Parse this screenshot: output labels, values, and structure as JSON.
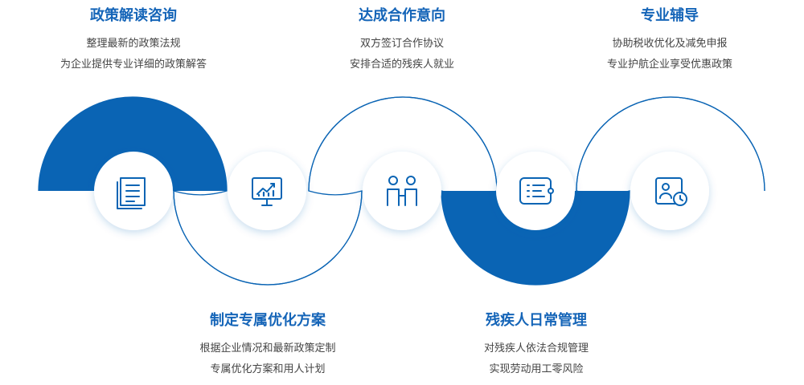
{
  "colors": {
    "accent": "#0a64b4",
    "title": "#1565b8",
    "text": "#444444",
    "line": "#0a64b4",
    "node_bg": "#ffffff"
  },
  "steps": [
    {
      "title": "政策解读咨询",
      "lines": [
        "整理最新的政策法规",
        "为企业提供专业详细的政策解答"
      ],
      "icon": "document-list-icon"
    },
    {
      "title": "制定专属优化方案",
      "lines": [
        "根据企业情况和最新政策定制",
        "专属优化方案和用人计划"
      ],
      "icon": "monitor-chart-icon"
    },
    {
      "title": "达成合作意向",
      "lines": [
        "双方签订合作协议",
        "安排合适的残疾人就业"
      ],
      "icon": "partnership-icon"
    },
    {
      "title": "残疾人日常管理",
      "lines": [
        "对残疾人依法合规管理",
        "实现劳动用工零风险"
      ],
      "icon": "checklist-icon"
    },
    {
      "title": "专业辅导",
      "lines": [
        "协助税收优化及减免申报",
        "专业护航企业享受优惠政策"
      ],
      "icon": "user-clock-icon"
    }
  ]
}
